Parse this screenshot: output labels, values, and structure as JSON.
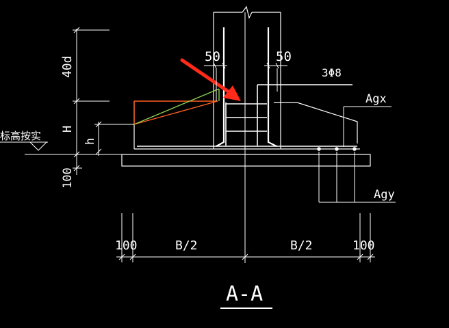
{
  "labels": {
    "dim_40d": "40d",
    "dim_50_left": "50",
    "dim_50_right": "50",
    "rebar_stirrup": "3Φ8",
    "rebar_agx": "Agx",
    "rebar_agy": "Agy",
    "dim_H": "H",
    "dim_h": "h",
    "elevation_note": "标高按实",
    "dim_100_vertical": "100",
    "dim_100_left": "100",
    "dim_B2_left": "B/2",
    "dim_B2_right": "B/2",
    "dim_100_right": "100",
    "section_title": "A-A"
  },
  "colors": {
    "line": "#ffffff",
    "accent_red": "#ff2a1a",
    "accent_orange": "#ff6020",
    "accent_green": "#8fd14f"
  }
}
